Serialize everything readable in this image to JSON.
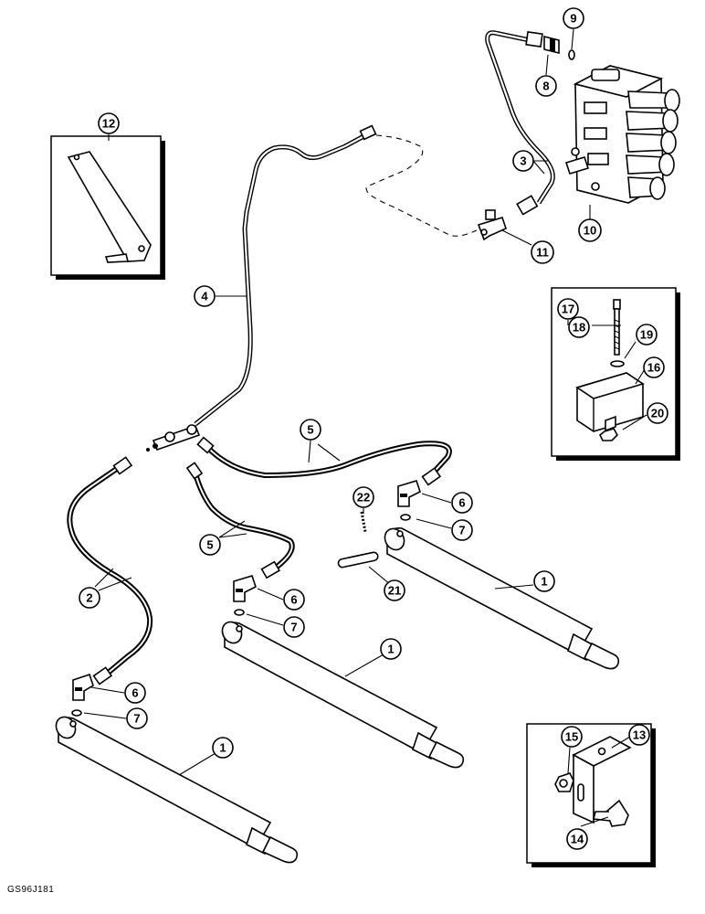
{
  "document_code": "GS96J181",
  "callouts": [
    {
      "id": "c1a",
      "label": "1"
    },
    {
      "id": "c1b",
      "label": "1"
    },
    {
      "id": "c1c",
      "label": "1"
    },
    {
      "id": "c2",
      "label": "2"
    },
    {
      "id": "c3",
      "label": "3"
    },
    {
      "id": "c4",
      "label": "4"
    },
    {
      "id": "c5a",
      "label": "5"
    },
    {
      "id": "c5b",
      "label": "5"
    },
    {
      "id": "c6a",
      "label": "6"
    },
    {
      "id": "c6b",
      "label": "6"
    },
    {
      "id": "c6c",
      "label": "6"
    },
    {
      "id": "c7a",
      "label": "7"
    },
    {
      "id": "c7b",
      "label": "7"
    },
    {
      "id": "c7c",
      "label": "7"
    },
    {
      "id": "c8",
      "label": "8"
    },
    {
      "id": "c9",
      "label": "9"
    },
    {
      "id": "c10",
      "label": "10"
    },
    {
      "id": "c11",
      "label": "11"
    },
    {
      "id": "c12",
      "label": "12"
    },
    {
      "id": "c13",
      "label": "13"
    },
    {
      "id": "c14",
      "label": "14"
    },
    {
      "id": "c15",
      "label": "15"
    },
    {
      "id": "c16",
      "label": "16"
    },
    {
      "id": "c17",
      "label": "17"
    },
    {
      "id": "c18",
      "label": "18"
    },
    {
      "id": "c19",
      "label": "19"
    },
    {
      "id": "c20",
      "label": "20"
    },
    {
      "id": "c21",
      "label": "21"
    },
    {
      "id": "c22",
      "label": "22"
    }
  ]
}
